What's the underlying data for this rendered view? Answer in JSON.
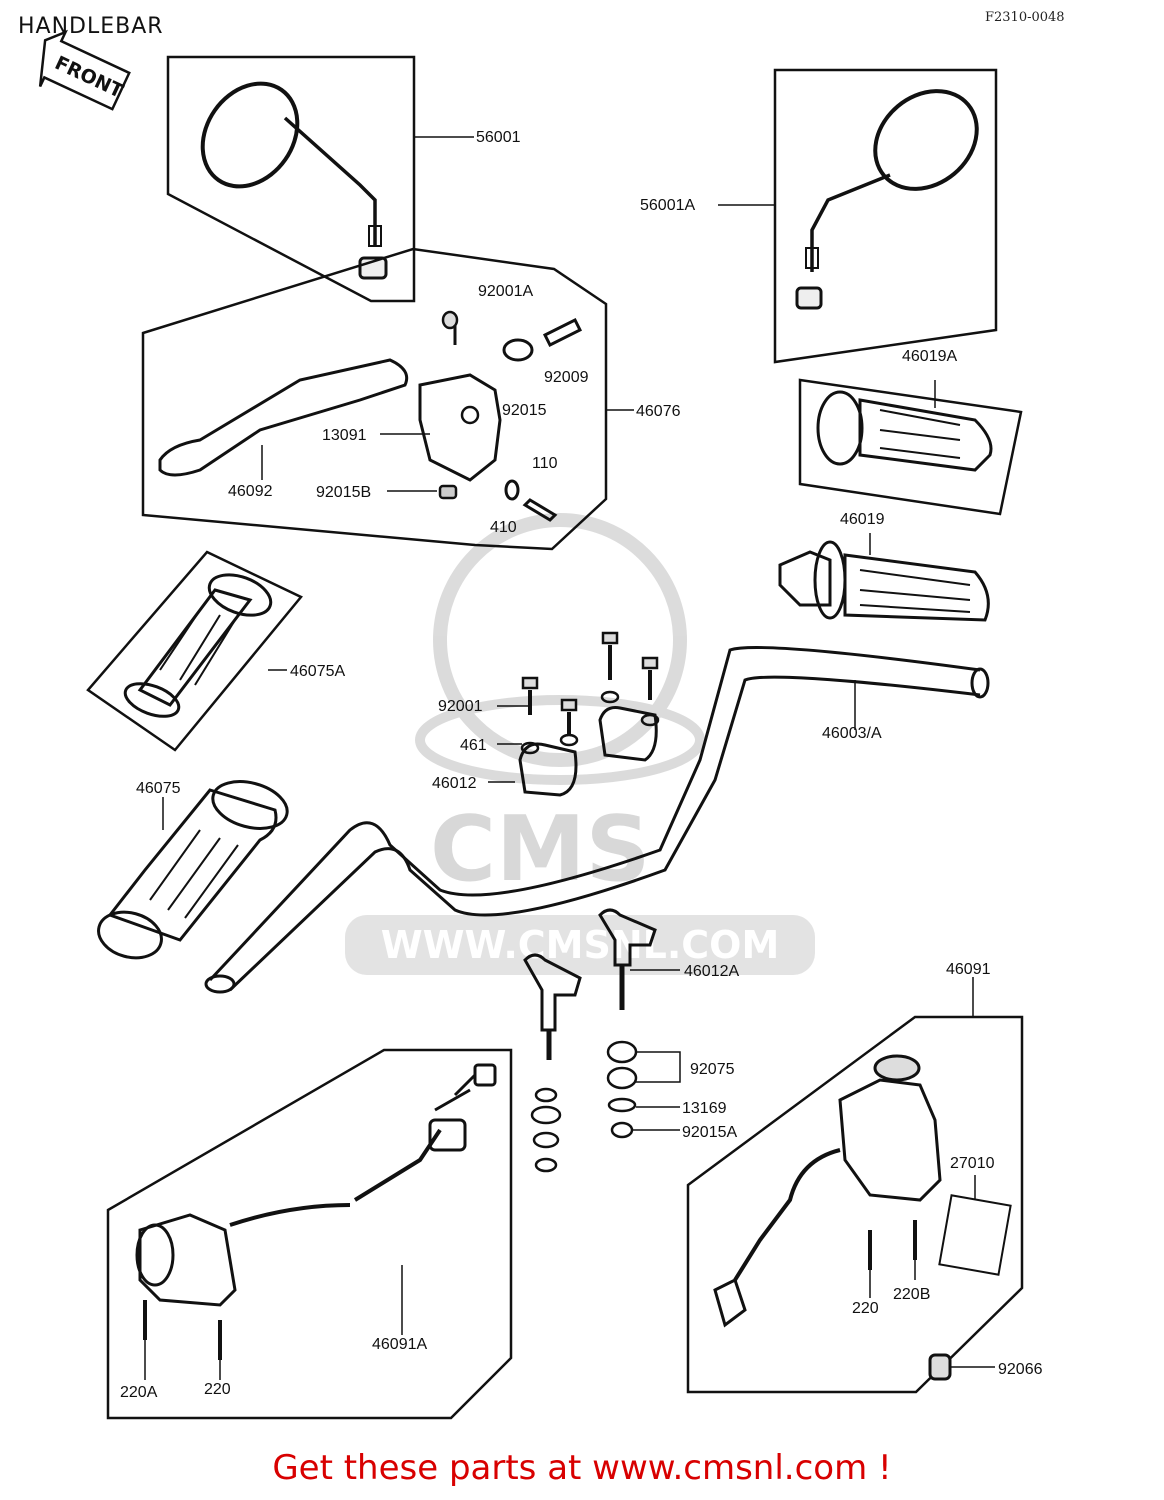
{
  "header": {
    "title": "HANDLEBAR",
    "figure_code": "F2310-0048",
    "front_marker": "FRONT"
  },
  "watermark": {
    "logo_text": "CMS",
    "url_text": "WWW.CMSNL.COM"
  },
  "parts": {
    "p56001": "56001",
    "p56001A": "56001A",
    "p92001A": "92001A",
    "p92009": "92009",
    "p92015": "92015",
    "p46076": "46076",
    "p13091": "13091",
    "p46092": "46092",
    "p110": "110",
    "p92015B": "92015B",
    "p410": "410",
    "p46019A": "46019A",
    "p46019": "46019",
    "p46075A": "46075A",
    "p92001": "92001",
    "p461": "461",
    "p46012": "46012",
    "p46003A": "46003/A",
    "p46075": "46075",
    "p46012A": "46012A",
    "p46091": "46091",
    "p92075": "92075",
    "p13169": "13169",
    "p92015A": "92015A",
    "p27010": "27010",
    "p220_right": "220",
    "p220B": "220B",
    "p92066": "92066",
    "p46091A": "46091A",
    "p220A": "220A",
    "p220_left": "220"
  },
  "footer": {
    "cta": "Get these parts at www.cmsnl.com !"
  },
  "colors": {
    "line": "#111111",
    "cta": "#d80000",
    "watermark": "#d4d4d4"
  }
}
